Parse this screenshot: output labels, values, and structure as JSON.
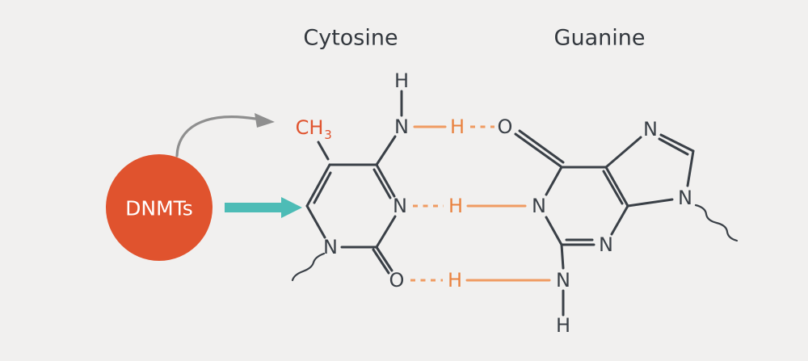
{
  "titles": {
    "cytosine": "Cytosine",
    "guanine": "Guanine"
  },
  "enzyme": {
    "label": "DNMTs"
  },
  "methyl": {
    "text": "CH",
    "subscript": "3"
  },
  "cytosine": {
    "amino_h": "H",
    "amino_n": "N",
    "ring_n3": "N",
    "ring_n1": "N",
    "carbonyl_o": "O"
  },
  "hbonds": {
    "h_top": "H",
    "h_middle": "H",
    "h_bottom": "H"
  },
  "guanine": {
    "carbonyl_o": "O",
    "ring_n1": "N",
    "ring_n3": "N",
    "ring_n7": "N",
    "ring_n9": "N",
    "amino_n": "N",
    "amino_h": "H"
  },
  "colors": {
    "background": "#f1f0ef",
    "bond": "#3a4047",
    "heading": "#33383e",
    "accent": "#e0532e",
    "teal_arrow": "#4dbcb6",
    "gray_arrow": "#8f8f8f",
    "hbond_line": "#f09b62",
    "hbond_h": "#e9823f",
    "enzyme_text": "#ffffff"
  }
}
